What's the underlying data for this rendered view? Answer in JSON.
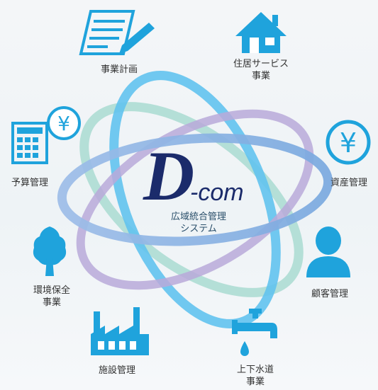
{
  "center": {
    "logo_letter": "D",
    "logo_suffix": "-com",
    "subtitle_line1": "広域統合管理",
    "subtitle_line2": "システム"
  },
  "services": [
    {
      "id": "project-planning",
      "icon": "document-pen-icon",
      "line1": "事業計画",
      "line2": ""
    },
    {
      "id": "housing-services",
      "icon": "house-icon",
      "line1": "住居サービス",
      "line2": "事業"
    },
    {
      "id": "asset-management",
      "icon": "yen-circle-icon",
      "line1": "資産管理",
      "line2": ""
    },
    {
      "id": "customer-management",
      "icon": "person-icon",
      "line1": "顧客管理",
      "line2": ""
    },
    {
      "id": "water-sewer",
      "icon": "faucet-icon",
      "line1": "上下水道",
      "line2": "事業"
    },
    {
      "id": "facility-management",
      "icon": "factory-icon",
      "line1": "施設管理",
      "line2": ""
    },
    {
      "id": "environmental-conservation",
      "icon": "tree-icon",
      "line1": "環境保全",
      "line2": "事業"
    },
    {
      "id": "budget-management",
      "icon": "calculator-yen-icon",
      "line1": "予算管理",
      "line2": ""
    }
  ],
  "colors": {
    "icon_blue": "#1fa3dc",
    "ring_cyan": "#5fc1ec",
    "ring_mint": "#a8d8cf",
    "ring_purple": "#b8a8d8",
    "ring_blue": "#8cb6e4",
    "logo_navy": "#1b2b6b"
  }
}
